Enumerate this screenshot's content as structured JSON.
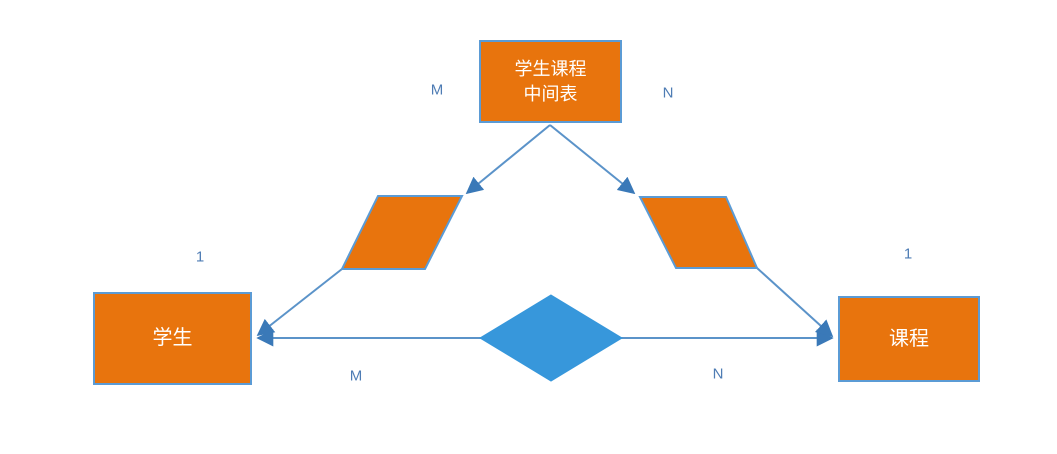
{
  "diagram": {
    "type": "er-diagram",
    "background": "#ffffff",
    "colors": {
      "entity_fill": "#e8740d",
      "entity_border": "#5b9bd5",
      "relationship_diamond_fill": "#3797db",
      "connector_line": "#5b93c9",
      "arrowhead": "#3a79b8",
      "cardinality_text": "#4e7cb4",
      "entity_text": "#ffffff"
    },
    "nodes": {
      "top_entity": {
        "line1": "学生课程",
        "line2": "中间表"
      },
      "left_entity": {
        "label": "学生"
      },
      "right_entity": {
        "label": "课程"
      }
    },
    "cardinality": {
      "top_left": "M",
      "top_right": "N",
      "above_left_entity": "1",
      "above_right_entity": "1",
      "bottom_left": "M",
      "bottom_right": "N"
    },
    "edges": [
      {
        "from": "top_entity",
        "to": "left_parallelogram",
        "arrow": "end"
      },
      {
        "from": "top_entity",
        "to": "right_parallelogram",
        "arrow": "end"
      },
      {
        "from": "left_parallelogram",
        "to": "left_entity",
        "arrow": "end"
      },
      {
        "from": "right_parallelogram",
        "to": "right_entity",
        "arrow": "end"
      },
      {
        "from": "left_entity",
        "to": "right_entity",
        "arrow": "both",
        "through": "relationship_diamond"
      }
    ]
  }
}
